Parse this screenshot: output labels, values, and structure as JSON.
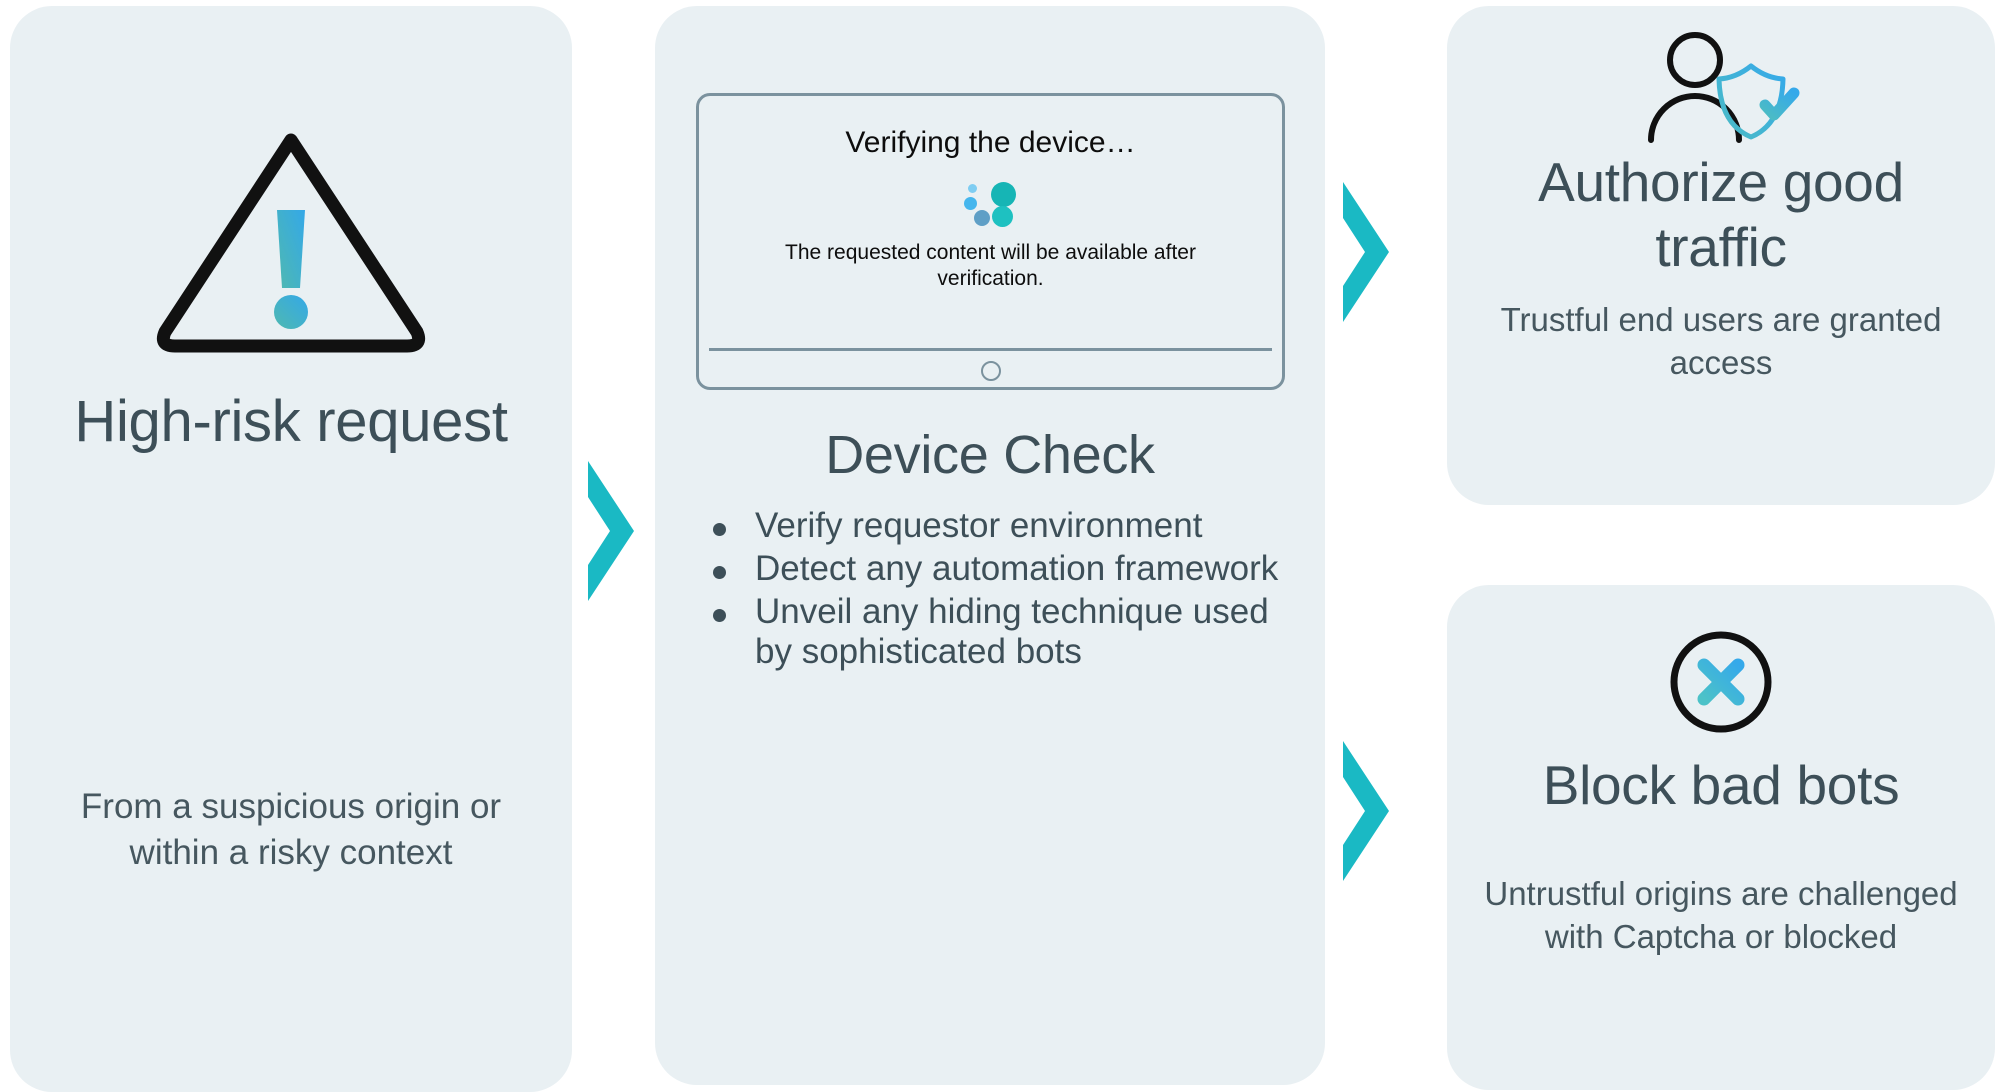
{
  "theme": {
    "card_background": "#e9f0f3",
    "page_background": "#ffffff",
    "heading_color": "#3d4f58",
    "accent_teal": "#1ab9c4",
    "accent_cyan": "#3fb8e8",
    "icon_outline": "#111111",
    "tablet_border": "#7b929e"
  },
  "flow": {
    "steps": [
      {
        "id": "high-risk-request",
        "icon": "warning-triangle-icon",
        "title": "High-risk request",
        "subtitle": "From a suspicious origin or within a risky context"
      },
      {
        "id": "device-check",
        "icon": "tablet-device-icon",
        "title": "Device Check",
        "bullets": [
          "Verify requestor environment",
          "Detect any automation framework",
          "Unveil any hiding technique used by sophisticated bots"
        ]
      },
      {
        "id": "authorize-good-traffic",
        "icon": "user-shield-check-icon",
        "title": "Authorize good traffic",
        "subtitle": "Trustful end users are granted access"
      },
      {
        "id": "block-bad-bots",
        "icon": "circle-x-icon",
        "title": "Block bad bots",
        "subtitle": "Untrustful origins are challenged with Captcha or blocked"
      }
    ],
    "connectors": [
      {
        "id": "chevron-1",
        "icon": "chevron-right-icon"
      },
      {
        "id": "chevron-2",
        "icon": "chevron-right-icon"
      },
      {
        "id": "chevron-3",
        "icon": "chevron-right-icon"
      }
    ]
  },
  "device_screen": {
    "title": "Verifying the device…",
    "message": "The requested content will be available after verification.",
    "spinner": {
      "icon": "loading-dots-spinner",
      "dot_colors": [
        "#7ecdf2",
        "#45b6ed",
        "#5f9fc6",
        "#16b5b5",
        "#1ec1c1"
      ]
    },
    "home_button": "home-button-icon"
  }
}
